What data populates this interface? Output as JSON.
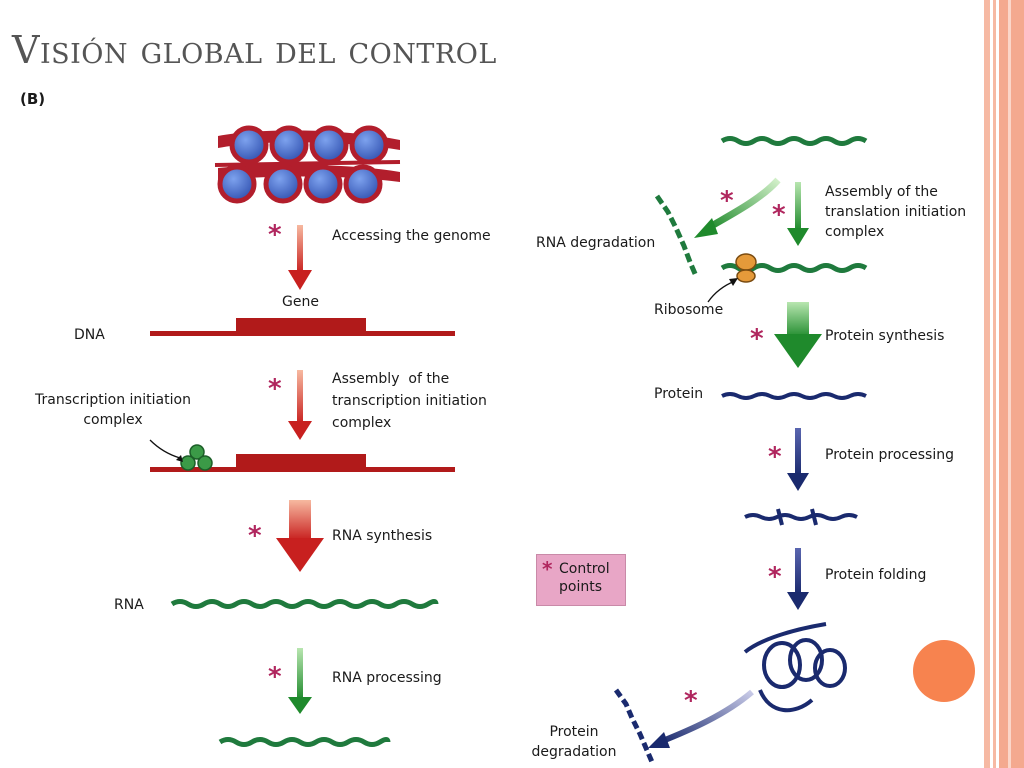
{
  "slide": {
    "title": "Visión global del control",
    "panel_label": "(B)"
  },
  "left_flow": {
    "steps": [
      "Accessing the genome",
      "Assembly  of the\ntranscription initiation\ncomplex",
      "RNA synthesis",
      "RNA processing"
    ],
    "labels": {
      "gene": "Gene",
      "dna": "DNA",
      "transcription_complex": "Transcription initiation\ncomplex",
      "rna": "RNA"
    }
  },
  "right_flow": {
    "steps": [
      "Assembly of the\ntranslation initiation\ncomplex",
      "Protein synthesis",
      "Protein processing",
      "Protein folding"
    ],
    "labels": {
      "rna_degradation": "RNA degradation",
      "ribosome": "Ribosome",
      "protein": "Protein",
      "protein_degradation": "Protein\ndegradation"
    }
  },
  "legend": {
    "symbol": "*",
    "text": "Control\npoints"
  },
  "colors": {
    "nucleosome_red": "#b21e2c",
    "histone_blue": "#3f63c9",
    "dna_red": "#b11a1a",
    "rna_green": "#1f7a3d",
    "protein_navy": "#1a2a6e",
    "control_star": "#b0265e",
    "legend_bg": "#e8a6c6",
    "accent_orange": "#f7834f"
  }
}
